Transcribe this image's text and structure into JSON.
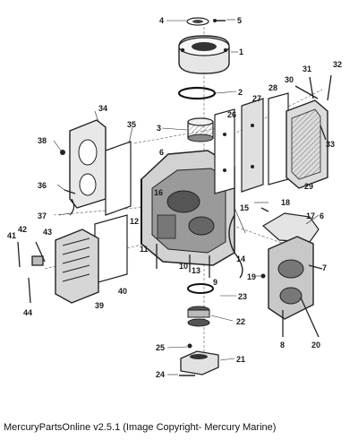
{
  "diagram": {
    "callouts": [
      "1",
      "2",
      "3",
      "4",
      "5",
      "6",
      "6",
      "7",
      "8",
      "9",
      "10",
      "11",
      "12",
      "13",
      "14",
      "15",
      "16",
      "17",
      "18",
      "19",
      "20",
      "21",
      "22",
      "23",
      "24",
      "25",
      "26",
      "27",
      "28",
      "29",
      "30",
      "31",
      "32",
      "33",
      "34",
      "35",
      "36",
      "37",
      "38",
      "39",
      "40",
      "41",
      "42",
      "43",
      "44"
    ]
  },
  "footer": {
    "caption": "MercuryPartsOnline v2.5.1 (Image Copyright- Mercury Marine)"
  }
}
